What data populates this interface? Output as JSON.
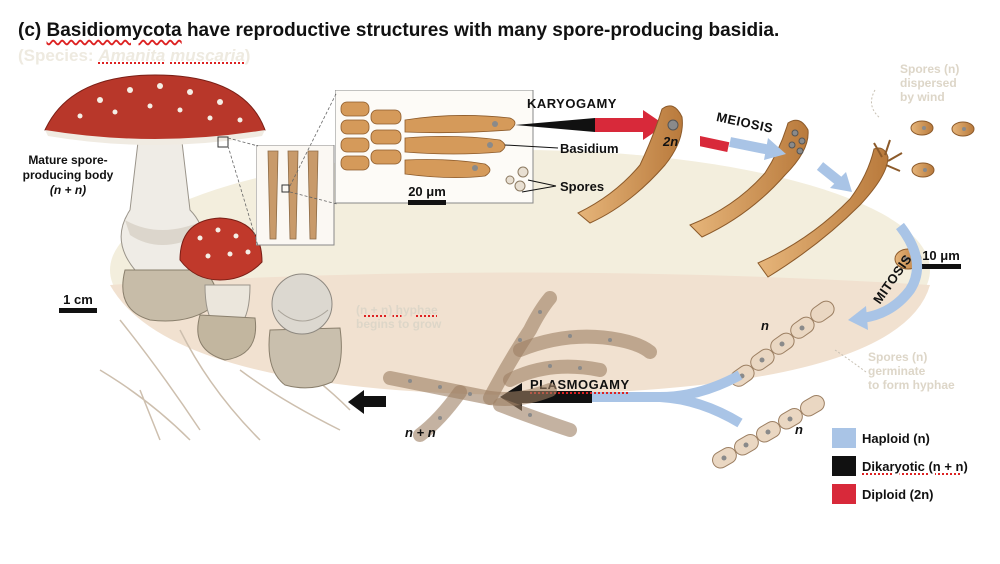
{
  "title": {
    "prefix": "(c)",
    "genus": "Basidiomycota",
    "rest": "have reproductive structures with many spore-producing basidia."
  },
  "species_line": {
    "open": "(Species: ",
    "genus": "Amanita",
    "species": "muscaria",
    "close": ")"
  },
  "labels": {
    "mature_body_1": "Mature spore-",
    "mature_body_2": "producing body",
    "mature_body_3": "(n + n)",
    "basidium": "Basidium",
    "spores": "Spores",
    "scale_20um": "20 μm",
    "scale_10um": "10 μm",
    "scale_1cm": "1 cm",
    "two_n": "2n",
    "n_upper": "n",
    "n_lower": "n",
    "n_plus_n": "n + n"
  },
  "ghost_labels": {
    "spores_dispersed": [
      "Spores (n)",
      "dispersed",
      "by wind"
    ],
    "spores_germinate": [
      "Spores (n)",
      "germinate",
      "to form hyphae"
    ],
    "mycelium": [
      "(n + n) hyphae",
      "begins to grow"
    ]
  },
  "stages": {
    "karyogamy": "KARYOGAMY",
    "meiosis": "MEIOSIS",
    "mitosis": "MITOSIS",
    "plasmogamy": "PLASMOGAMY"
  },
  "legend": [
    {
      "label": "Haploid (n)",
      "color": "#a9c4e6"
    },
    {
      "label": "Dikaryotic (n + n)",
      "color": "#111111"
    },
    {
      "label": "Diploid (2n)",
      "color": "#d8293a"
    }
  ],
  "colors": {
    "haploid": "#a9c4e6",
    "dikaryotic": "#111111",
    "diploid": "#d8293a",
    "cap_red": "#b8372a",
    "hypha": "#e8d3bd"
  }
}
